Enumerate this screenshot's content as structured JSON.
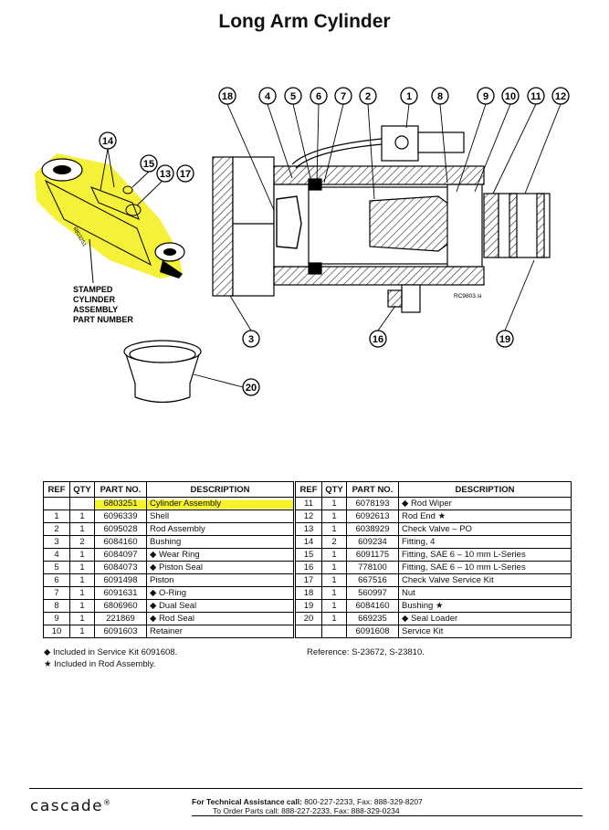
{
  "page": {
    "title": "Long Arm Cylinder"
  },
  "diagram": {
    "callouts": [
      "18",
      "4",
      "5",
      "6",
      "7",
      "2",
      "1",
      "8",
      "9",
      "10",
      "11",
      "12",
      "14",
      "15",
      "13",
      "17",
      "3",
      "16",
      "19",
      "20"
    ],
    "stamp_label": [
      "STAMPED",
      "CYLINDER",
      "ASSEMBLY",
      "PART NUMBER"
    ],
    "stamp_number": "6803251",
    "drawing_code": "RC9803.si"
  },
  "table": {
    "headers": [
      "REF",
      "QTY",
      "PART NO.",
      "DESCRIPTION",
      "REF",
      "QTY",
      "PART NO.",
      "DESCRIPTION"
    ],
    "rows": [
      {
        "l": [
          "",
          "",
          "6803251",
          "Cylinder Assembly"
        ],
        "r": [
          "11",
          "1",
          "6078193",
          "◆ Rod Wiper"
        ]
      },
      {
        "l": [
          "1",
          "1",
          "6096339",
          "Shell"
        ],
        "r": [
          "12",
          "1",
          "6092613",
          "Rod End ★"
        ]
      },
      {
        "l": [
          "2",
          "1",
          "6095028",
          "Rod Assembly"
        ],
        "r": [
          "13",
          "1",
          "6038929",
          "Check Valve – PO"
        ]
      },
      {
        "l": [
          "3",
          "2",
          "6084160",
          "Bushing"
        ],
        "r": [
          "14",
          "2",
          "609234",
          "Fitting, 4"
        ]
      },
      {
        "l": [
          "4",
          "1",
          "6084097",
          "◆ Wear Ring"
        ],
        "r": [
          "15",
          "1",
          "6091175",
          "Fitting, SAE 6 – 10 mm L-Series"
        ]
      },
      {
        "l": [
          "5",
          "1",
          "6084073",
          "◆ Piston Seal"
        ],
        "r": [
          "16",
          "1",
          "778100",
          "Fitting, SAE 6 – 10 mm L-Series"
        ]
      },
      {
        "l": [
          "6",
          "1",
          "6091498",
          "Piston"
        ],
        "r": [
          "17",
          "1",
          "667516",
          "Check Valve Service Kit"
        ]
      },
      {
        "l": [
          "7",
          "1",
          "6091631",
          "◆ O-Ring"
        ],
        "r": [
          "18",
          "1",
          "560997",
          "Nut"
        ]
      },
      {
        "l": [
          "8",
          "1",
          "6806960",
          "◆ Dual Seal"
        ],
        "r": [
          "19",
          "1",
          "6084160",
          "Bushing ★"
        ]
      },
      {
        "l": [
          "9",
          "1",
          "221869",
          "◆ Rod Seal"
        ],
        "r": [
          "20",
          "1",
          "669235",
          "◆ Seal Loader"
        ]
      },
      {
        "l": [
          "10",
          "1",
          "6091603",
          "Retainer"
        ],
        "r": [
          "",
          "",
          "6091608",
          "Service Kit"
        ]
      }
    ]
  },
  "notes": {
    "service_kit": "◆   Included in Service Kit 6091608.",
    "rod_assembly": "★   Included in Rod Assembly.",
    "reference": "Reference:  S-23672, S-23810."
  },
  "footer": {
    "logo": "cascade",
    "logo_mark": "®",
    "tech_label": "For Technical Assistance call:",
    "tech_numbers": " 800-227-2233, Fax: 888-329-8207",
    "order_line": "To Order Parts call:  888-227-2233, Fax:  888-329-0234"
  },
  "colors": {
    "highlight": "#f6f22a",
    "ink": "#111111"
  }
}
